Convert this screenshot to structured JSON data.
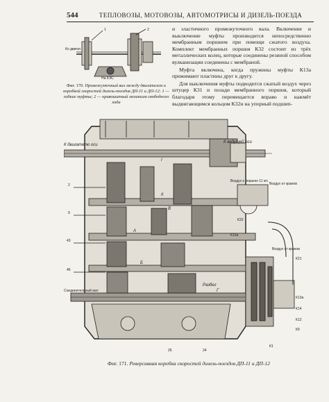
{
  "header": {
    "page_number": "544",
    "running_head": "ТЕПЛОВОЗЫ, МОТОВОЗЫ, АВТОМОТРИСЫ И ДИЗЕЛЬ-ПОЕЗДА"
  },
  "figure_small": {
    "caption_label": "Фиг. 170.",
    "caption_text": "Промежуточный вал между двигателем и коробкой скоростей дизель-поездов ДП-11 и ДП-12: 1 — гибкие муфты; 2 — кривошипный механизм свободного хода",
    "labels": {
      "a": "Ко двигат.",
      "b": "На КЭС",
      "c": "1",
      "d": "2"
    }
  },
  "column_text": [
    "и эластичного промежуточного вала. Включение и выключение муфты производится непосредственно мембранным поршнем при помощи сжатого воздуха. Комплект мембранных поршня К32 состоит из трёх металлических колец, которые соединены резиной способом вулканизации соединены с мембраной.",
    "Муфта включена, когда пружины муфты К13а прижимают пластины друг к другу.",
    "Для выключения муфты подводится сжатый воздух через штуцер К31 и позади мембранного поршня, который благодаря этому перемещается вправо и нажмёт выдвигающимся кольцом К32н на упорный подшип-"
  ],
  "figure_large": {
    "caption_label": "Фиг. 171.",
    "caption_text": "Реверсивная коробка скоростей дизель-поездов ДП-11 и ДП-12",
    "labels": {
      "left_input": "К двигателю оси",
      "right_output": "К ведущей оси",
      "left_mid": "Соединительный вал",
      "razbor": "Разбег",
      "a": "I",
      "b": "II",
      "c": "А",
      "d": "Б",
      "e": "В",
      "f": "Г",
      "k32": "К32",
      "k15a": "К15а",
      "k21": "К21",
      "k13a": "К13а",
      "k14": "К14",
      "k12": "К12",
      "k9": "К9",
      "k1": "К1",
      "n2": "2",
      "n9": "9",
      "n43": "43",
      "n46": "46",
      "n26": "26",
      "n24": "24",
      "note1": "Воздух от кранов",
      "note2": "Воздух от кранов",
      "gauge_note": "Воздух к поршню 11 кгс"
    }
  }
}
